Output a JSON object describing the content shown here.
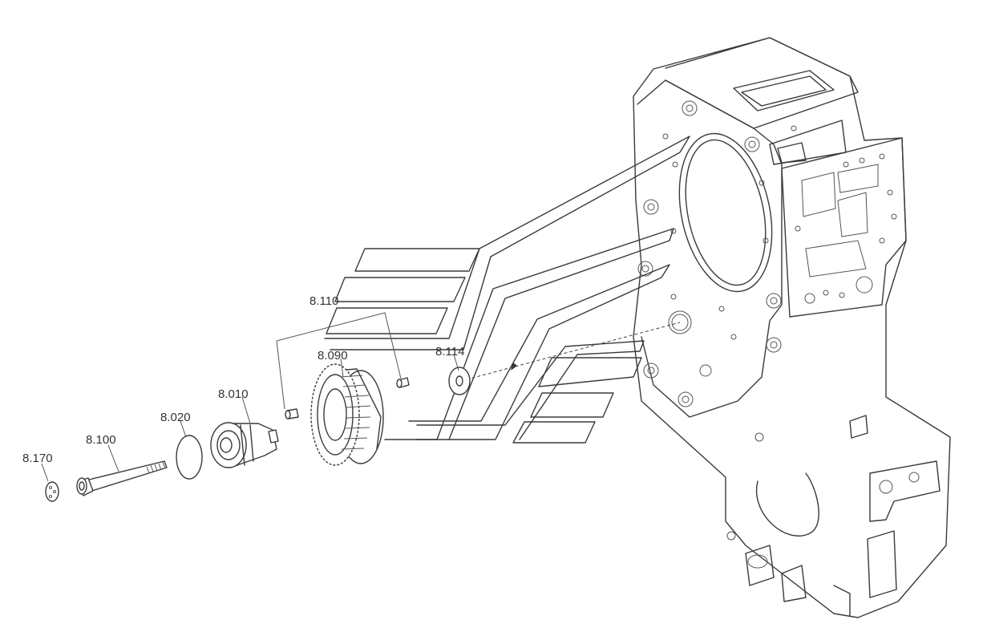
{
  "labels": {
    "p8110": "8.110",
    "p8090": "8.090",
    "p8114": "8.114",
    "p8010": "8.010",
    "p8020": "8.020",
    "p8100": "8.100",
    "p8170": "8.170"
  },
  "colors": {
    "line": "#3a3a3a",
    "background": "#ffffff"
  }
}
